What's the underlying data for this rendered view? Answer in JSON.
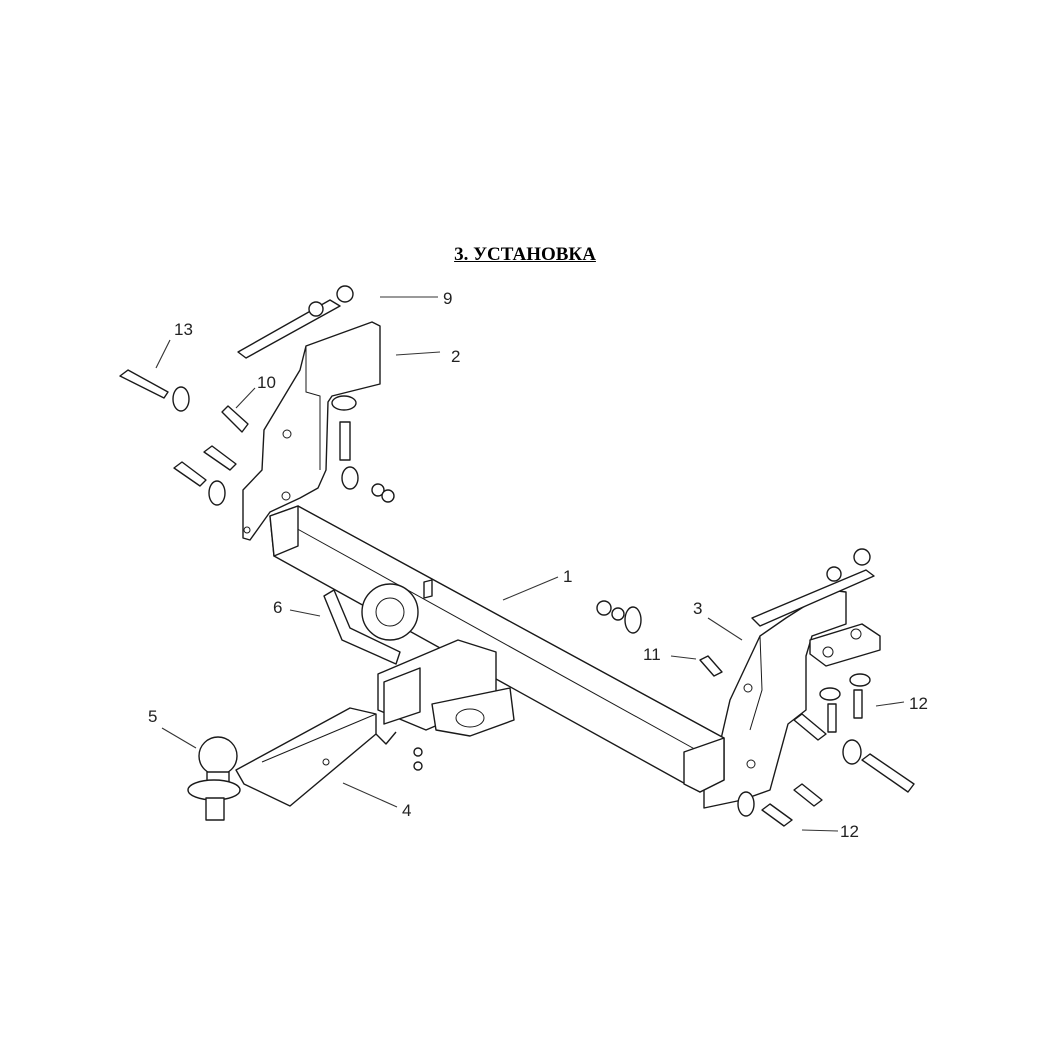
{
  "title": "3. УСТАНОВКА",
  "callouts": [
    {
      "id": "1",
      "text": "1"
    },
    {
      "id": "2",
      "text": "2"
    },
    {
      "id": "3",
      "text": "3"
    },
    {
      "id": "4",
      "text": "4"
    },
    {
      "id": "5",
      "text": "5"
    },
    {
      "id": "6",
      "text": "6"
    },
    {
      "id": "9",
      "text": "9"
    },
    {
      "id": "10",
      "text": "10"
    },
    {
      "id": "11",
      "text": "11"
    },
    {
      "id": "12a",
      "text": "12"
    },
    {
      "id": "12b",
      "text": "12"
    },
    {
      "id": "13",
      "text": "13"
    }
  ]
}
